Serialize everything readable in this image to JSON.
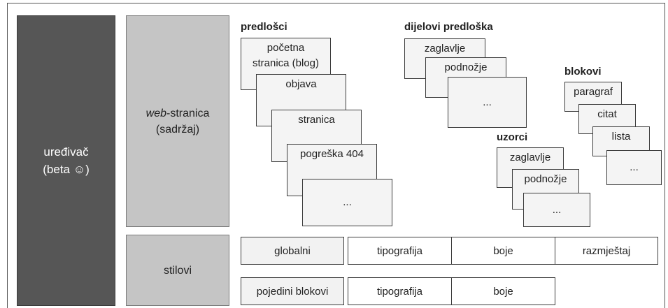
{
  "editor": {
    "line1": "uređivač",
    "line2": "(beta ☺)"
  },
  "webpage": {
    "prefix": "web",
    "suffix": "-stranica",
    "line2": "(sadržaj)"
  },
  "styles": {
    "label": "stilovi"
  },
  "templates": {
    "heading": "predlošci",
    "cards": [
      "početna",
      "stranica (blog)",
      "objava",
      "stranica",
      "pogreška 404",
      "..."
    ]
  },
  "template_parts": {
    "heading": "dijelovi predloška",
    "cards": [
      "zaglavlje",
      "podnožje",
      "..."
    ]
  },
  "patterns": {
    "heading": "uzorci",
    "cards": [
      "zaglavlje",
      "podnožje",
      "..."
    ]
  },
  "blocks": {
    "heading": "blokovi",
    "cards": [
      "paragraf",
      "citat",
      "lista",
      "..."
    ]
  },
  "style_rows": {
    "global": {
      "label": "globalni",
      "items": [
        "tipografija",
        "boje",
        "razmještaj"
      ]
    },
    "individual": {
      "label": "pojedini blokovi",
      "items": [
        "tipografija",
        "boje"
      ]
    }
  }
}
